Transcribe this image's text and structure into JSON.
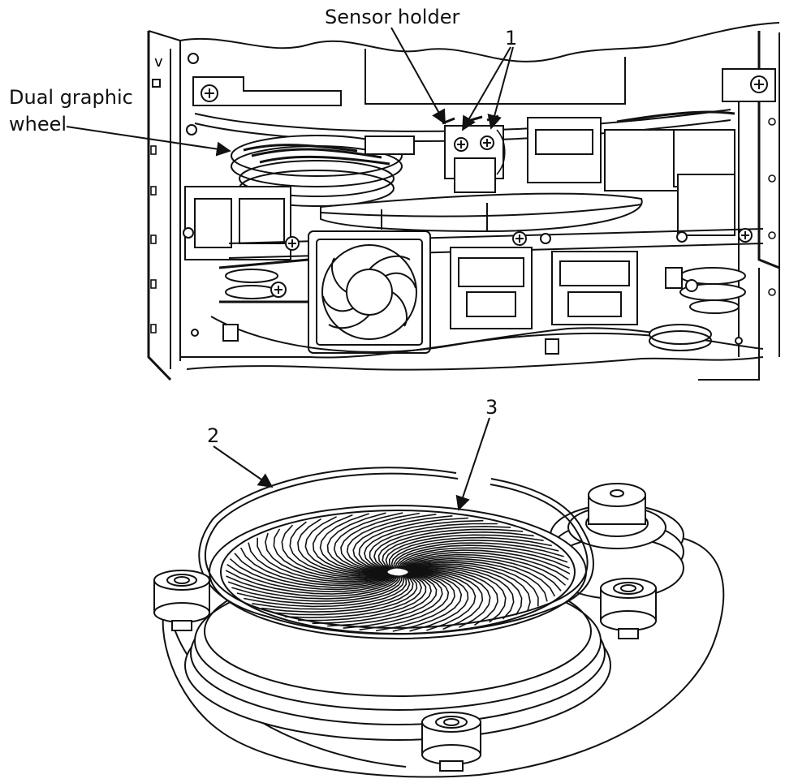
{
  "labels": {
    "sensor_holder": "Sensor holder",
    "dual_graphic_wheel_line1": "Dual graphic",
    "dual_graphic_wheel_line2": "wheel"
  },
  "callouts": {
    "one": "1",
    "two": "2",
    "three": "3"
  }
}
